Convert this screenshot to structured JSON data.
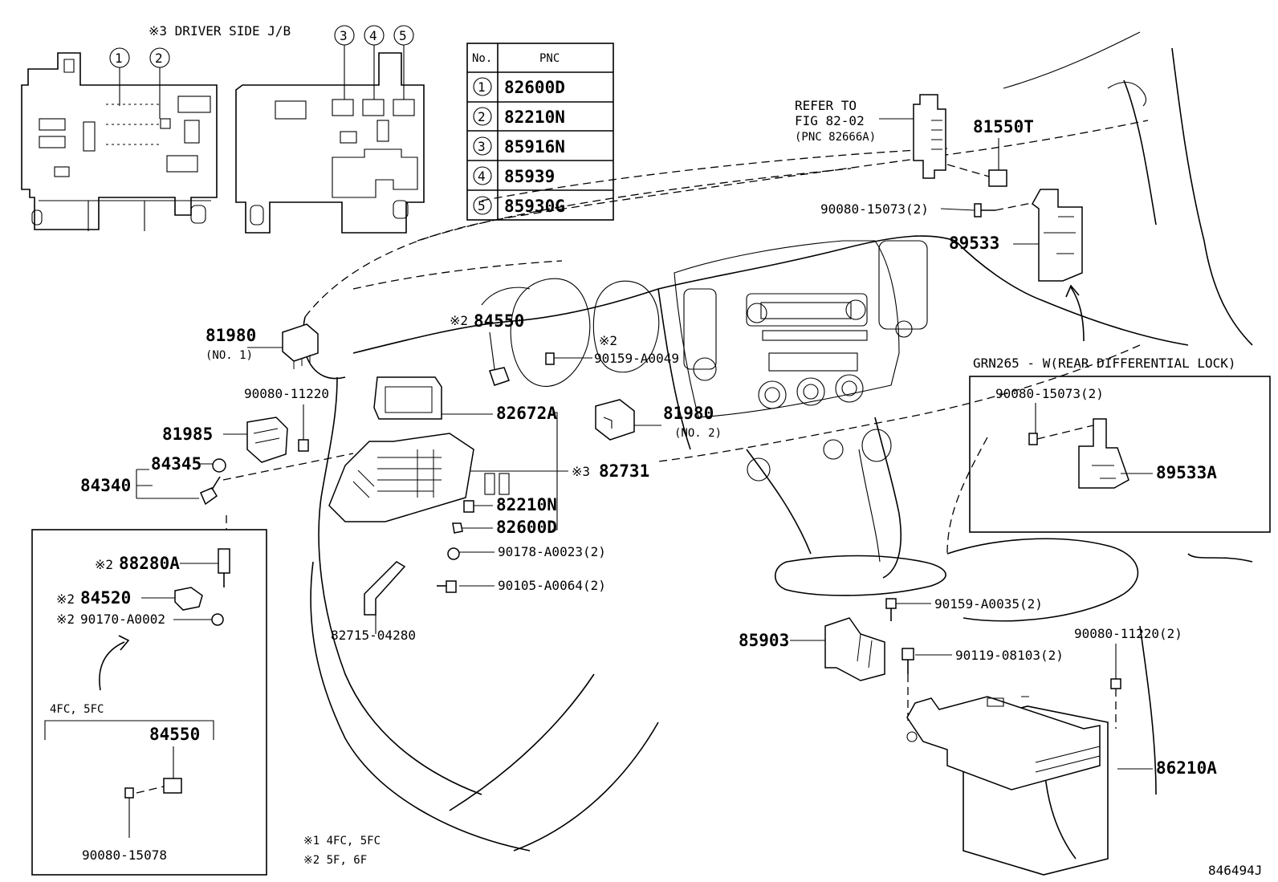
{
  "header": {
    "driver_side_jb": "※3 DRIVER SIDE J/B"
  },
  "pnc_table": {
    "col_no": "No.",
    "col_pnc": "PNC",
    "rows": [
      {
        "no": "1",
        "pnc": "82600D"
      },
      {
        "no": "2",
        "pnc": "82210N"
      },
      {
        "no": "3",
        "pnc": "85916N"
      },
      {
        "no": "4",
        "pnc": "85939"
      },
      {
        "no": "5",
        "pnc": "85930G"
      }
    ]
  },
  "jb_callouts": [
    "1",
    "2",
    "3",
    "4",
    "5"
  ],
  "refer": {
    "line1": "REFER TO",
    "line2": "FIG 82-02",
    "line3": "(PNC 82666A)"
  },
  "parts": {
    "p81550T": "81550T",
    "p90080_15073_top": "90080-15073(2)",
    "p89533": "89533",
    "grn_title": "GRN265 - W(REAR DIFFERENTIAL LOCK)",
    "p90080_15073_inset": "90080-15073(2)",
    "p89533A": "89533A",
    "p81980_1": "81980",
    "p81980_1_sub": "(NO. 1)",
    "p84550_mark": "※2",
    "p84550": "84550",
    "p90159_A0049_mark": "※2",
    "p90159_A0049": "90159-A0049",
    "p90080_11220": "90080-11220",
    "p82672A": "82672A",
    "p81980_2": "81980",
    "p81980_2_sub": "(NO. 2)",
    "p81985": "81985",
    "p82731_mark": "※3",
    "p82731": "82731",
    "p84345": "84345",
    "p84340": "84340",
    "p82210N": "82210N",
    "p82600D": "82600D",
    "p88280A_mark": "※2",
    "p88280A": "88280A",
    "p90178_A0023": "90178-A0023(2)",
    "p84520_mark": "※2",
    "p84520": "84520",
    "p90105_A0064": "90105-A0064(2)",
    "p90170_A0002_mark": "※2",
    "p90170_A0002": "90170-A0002",
    "p82715_04280": "82715-04280",
    "p90159_A0035": "90159-A0035(2)",
    "p85903": "85903",
    "p90080_11220_2": "90080-11220(2)",
    "p90119_08103": "90119-08103(2)",
    "p86210A": "86210A",
    "inset_4fc": "4FC, 5FC",
    "p84550_inset": "84550",
    "p90080_15078": "90080-15078"
  },
  "notes": {
    "n1": "※1  4FC, 5FC",
    "n2": "※2  5F, 6F"
  },
  "figure_id": "846494J"
}
